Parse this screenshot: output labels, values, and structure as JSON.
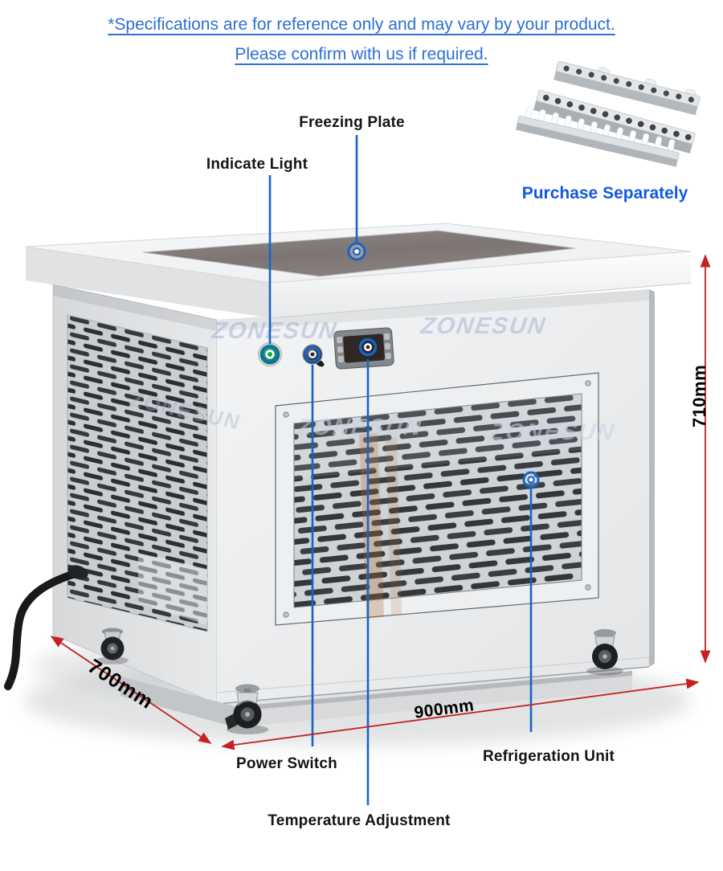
{
  "note": {
    "line1": "*Specifications are for reference only and may vary by your product.",
    "line2": "Please confirm with us if required."
  },
  "accessory": {
    "label": "Purchase Separately"
  },
  "brand": {
    "watermark": "ZONESUN"
  },
  "callouts": {
    "freezing_plate": "Freezing Plate",
    "indicate_light": "Indicate Light",
    "power_switch": "Power Switch",
    "temperature_adjustment": "Temperature Adjustment",
    "refrigeration_unit": "Refrigeration Unit"
  },
  "dimensions": {
    "height": "710mm",
    "depth": "700mm",
    "width": "900mm"
  },
  "machine": {
    "parts": [
      "freezing plate",
      "indicate light",
      "power switch",
      "temperature adjustment",
      "refrigeration unit"
    ],
    "accessory_parts": [
      "drilled bar",
      "drilled bar",
      "peg bar"
    ]
  },
  "colors": {
    "note_blue": "#2e6fd4",
    "accessory_blue": "#1359e0",
    "callout_blue": "#1565c8",
    "dimension_red": "#c42222",
    "label_text": "#141414"
  }
}
